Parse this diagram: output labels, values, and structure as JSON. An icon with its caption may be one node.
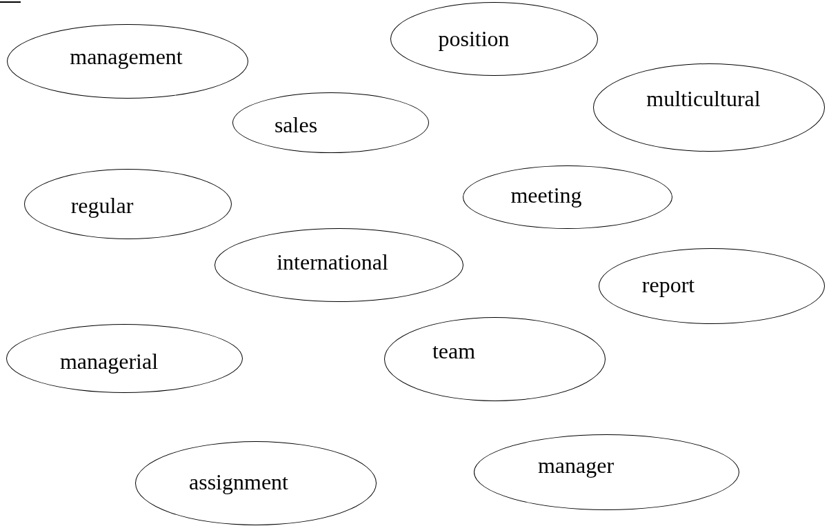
{
  "diagram": {
    "nodes": [
      {
        "text": [
          "management"
        ]
      },
      {
        "text": [
          "position"
        ]
      },
      {
        "text": [
          "sales"
        ]
      },
      {
        "text": [
          "multicultural"
        ]
      },
      {
        "text": [
          "regular"
        ]
      },
      {
        "text": [
          "meeting"
        ]
      },
      {
        "text": [
          "international"
        ]
      },
      {
        "text": [
          "report"
        ]
      },
      {
        "text": [
          "managerial"
        ]
      },
      {
        "text": [
          "team"
        ]
      },
      {
        "text": [
          "assignment"
        ]
      },
      {
        "text": [
          "manager"
        ]
      }
    ]
  }
}
